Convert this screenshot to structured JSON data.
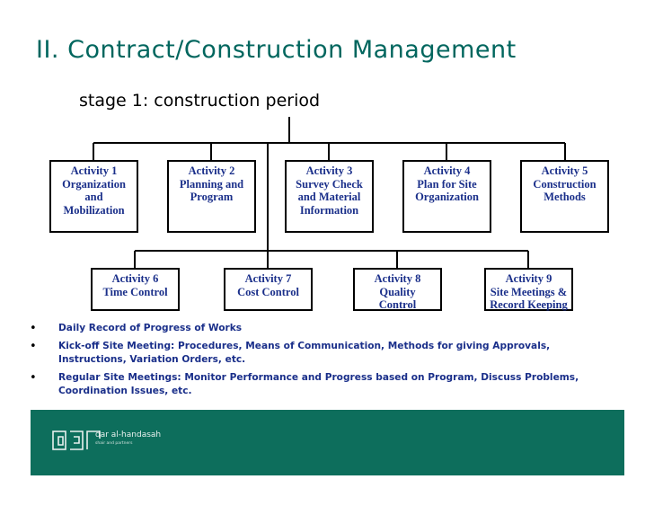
{
  "slide": {
    "title": "II. Contract/Construction Management",
    "subtitle": "stage 1: construction period"
  },
  "activities_top": [
    {
      "label": "Activity 1\nOrganization\nand\nMobilization"
    },
    {
      "label": "Activity 2\nPlanning and\nProgram"
    },
    {
      "label": "Activity 3\nSurvey Check\nand Material\nInformation"
    },
    {
      "label": "Activity 4\nPlan for Site\nOrganization"
    },
    {
      "label": "Activity 5\nConstruction\nMethods"
    }
  ],
  "activities_bottom": [
    {
      "label": "Activity 6\nTime Control"
    },
    {
      "label": "Activity 7\nCost Control"
    },
    {
      "label": "Activity 8\nQuality\nControl"
    },
    {
      "label": "Activity 9\nSite Meetings &\nRecord Keeping"
    }
  ],
  "bullets": [
    "Daily Record of Progress of Works",
    "Kick-off Site Meeting: Procedures, Means of Communication, Methods for giving Approvals, Instructions, Variation Orders, etc.",
    "Regular Site Meetings: Monitor Performance and Progress based on Program, Discuss Problems, Coordination Issues, etc."
  ],
  "footer": {
    "logo_name": "dar al-handasah",
    "logo_sub": "shair and partners",
    "background_color": "#0d6e5c"
  },
  "colors": {
    "title": "#00665e",
    "box_text": "#1a2f8a",
    "bullet_text": "#1a2f8a"
  }
}
